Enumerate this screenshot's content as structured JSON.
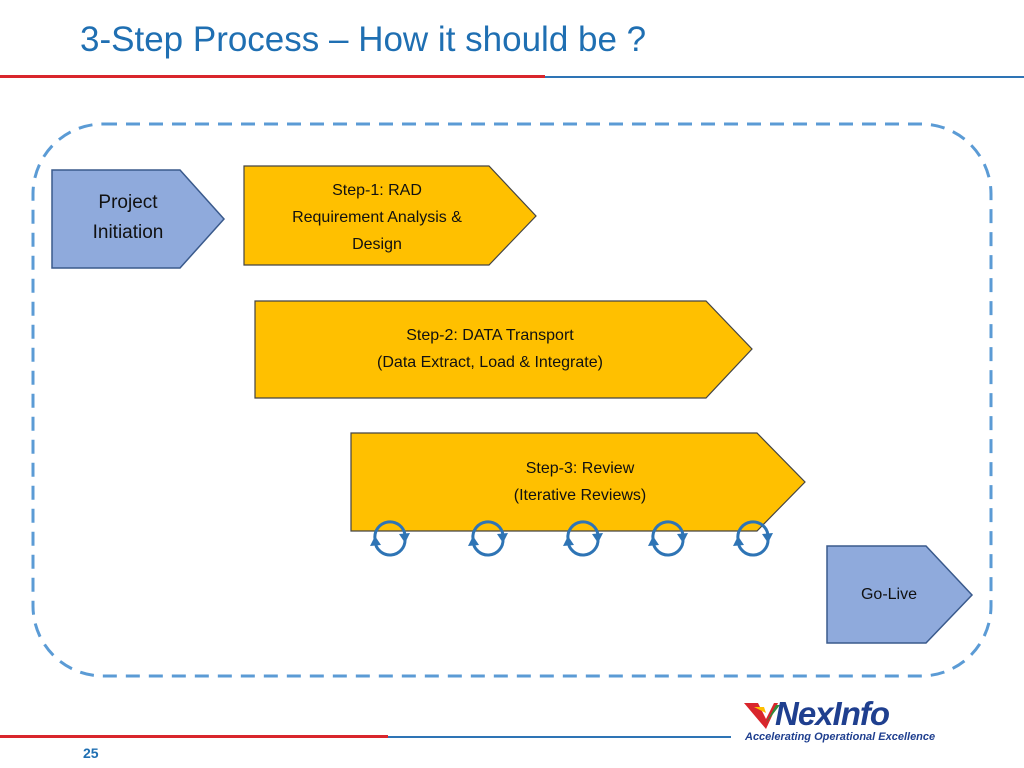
{
  "slide": {
    "title": "3-Step Process – How it should be ?",
    "page_number": "25"
  },
  "diagram": {
    "project_initiation": [
      "Project",
      "Initiation"
    ],
    "step1": [
      "Step-1: RAD",
      "Requirement Analysis &",
      "Design"
    ],
    "step2": [
      "Step-2: DATA Transport",
      "(Data Extract, Load & Integrate)"
    ],
    "step3": [
      "Step-3: Review",
      "(Iterative Reviews)"
    ],
    "go_live": "Go-Live",
    "review_cycle_icons": 5
  },
  "logo": {
    "brand_nex": "Nex",
    "brand_info": "Info",
    "tagline": "Accelerating Operational Excellence"
  },
  "colors": {
    "title": "#1f6fb2",
    "step_fill": "#ffc000",
    "endpoint_fill": "#8faadc",
    "dashed_border": "#5b9bd5",
    "cycle_icon": "#2e74b5",
    "accent_red": "#d9262c"
  }
}
